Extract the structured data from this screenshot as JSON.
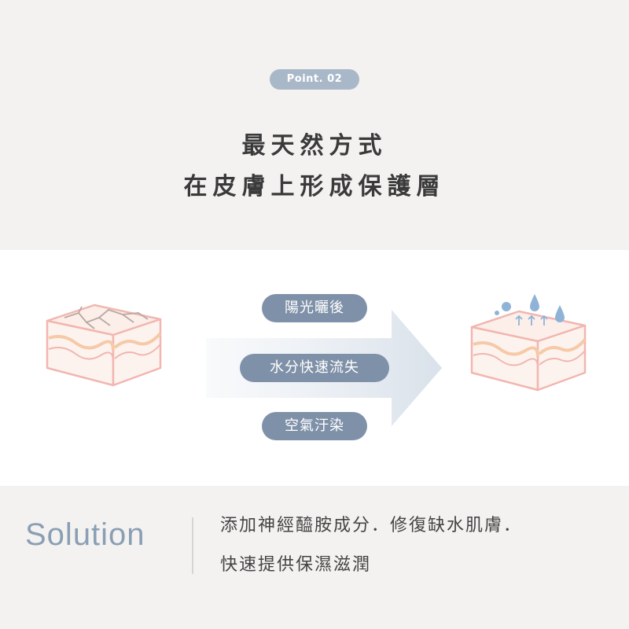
{
  "header": {
    "badge": "Point. 02",
    "title_line1": "最天然方式",
    "title_line2": "在皮膚上形成保護層"
  },
  "causes": [
    {
      "label": "陽光曬後"
    },
    {
      "label": "水分快速流失"
    },
    {
      "label": "空氣汙染"
    }
  ],
  "solution": {
    "label": "Solution",
    "line1": "添加神經醯胺成分．修復缺水肌膚．",
    "line2": "快速提供保濕滋潤"
  },
  "colors": {
    "background": "#f4f2f1",
    "panel": "#ffffff",
    "pill": "#7f91a8",
    "badge": "#a9b8c8",
    "skin_outline": "#f2b6b0",
    "skin_fill": "#fce9e1",
    "skin_layer": "#f8d7b8",
    "drop": "#8fb3d6"
  },
  "icons": {
    "left": "dry-skin-cube-icon",
    "right": "hydrated-skin-cube-icon",
    "arrow": "right-arrow-icon"
  }
}
